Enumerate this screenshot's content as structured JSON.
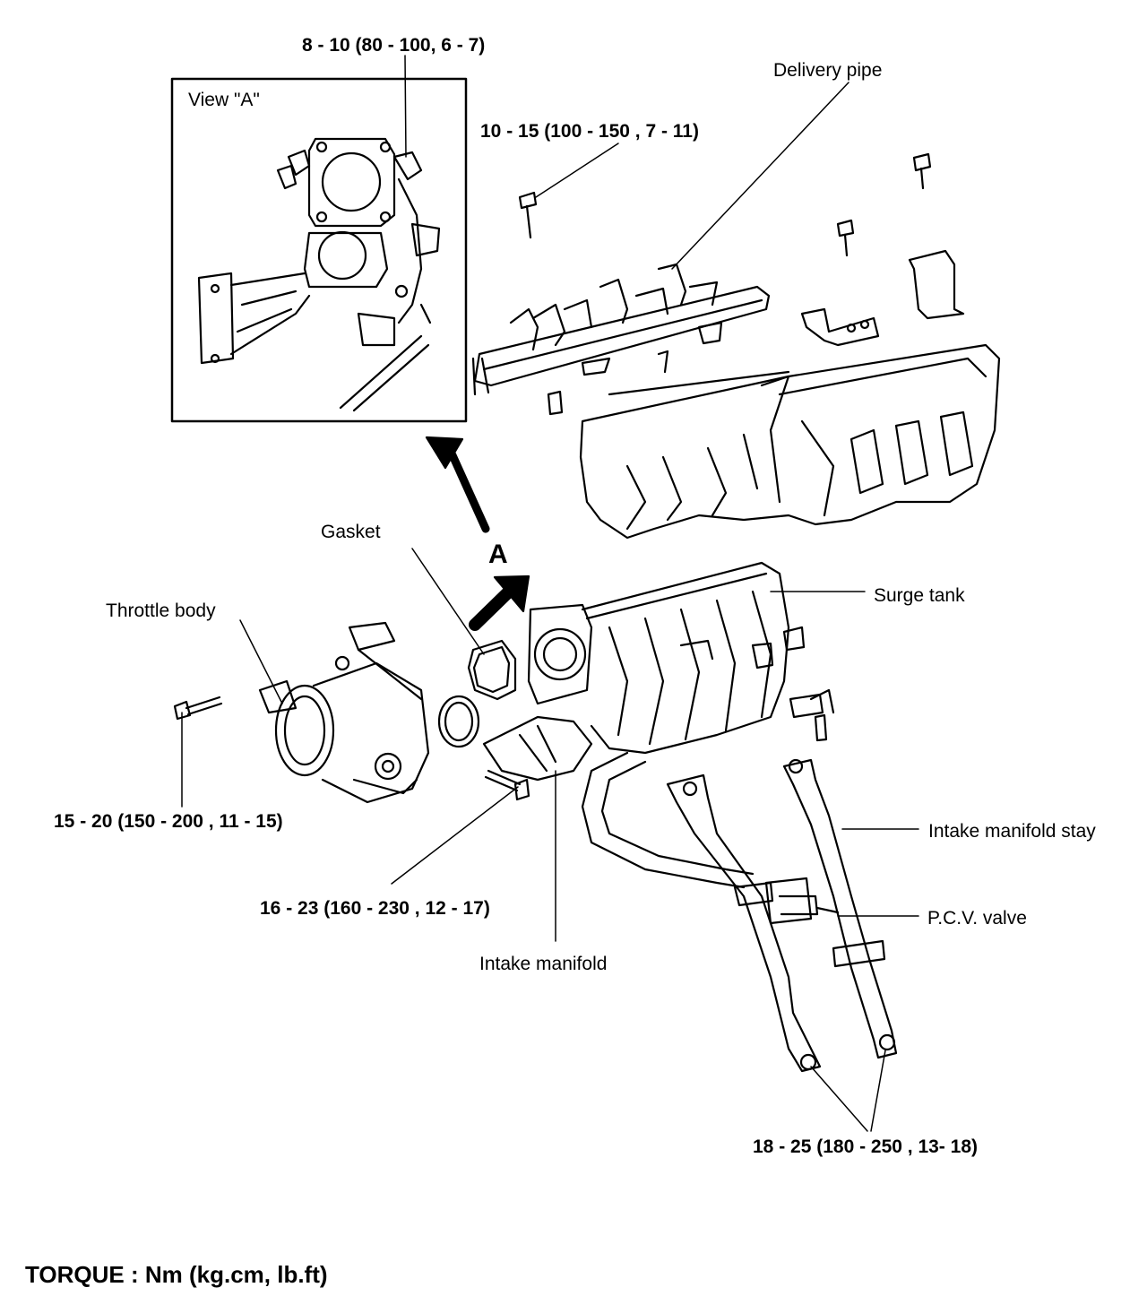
{
  "labels": {
    "view_a": "View \"A\"",
    "delivery_pipe": "Delivery pipe",
    "gasket": "Gasket",
    "throttle_body": "Throttle body",
    "surge_tank": "Surge tank",
    "intake_manifold_stay": "Intake manifold stay",
    "pcv_valve": "P.C.V. valve",
    "intake_manifold": "Intake manifold",
    "arrow_letter": "A"
  },
  "torques": {
    "t1": "8 - 10 (80 - 100, 6 - 7)",
    "t2": "10 - 15 (100 - 150 , 7 - 11)",
    "t3": "15 - 20 (150 - 200 , 11 - 15)",
    "t4": "16 - 23 (160 - 230 , 12 - 17)",
    "t5": "18 - 25 (180 - 250 , 13- 18)"
  },
  "footer": "TORQUE : Nm (kg.cm, lb.ft)"
}
